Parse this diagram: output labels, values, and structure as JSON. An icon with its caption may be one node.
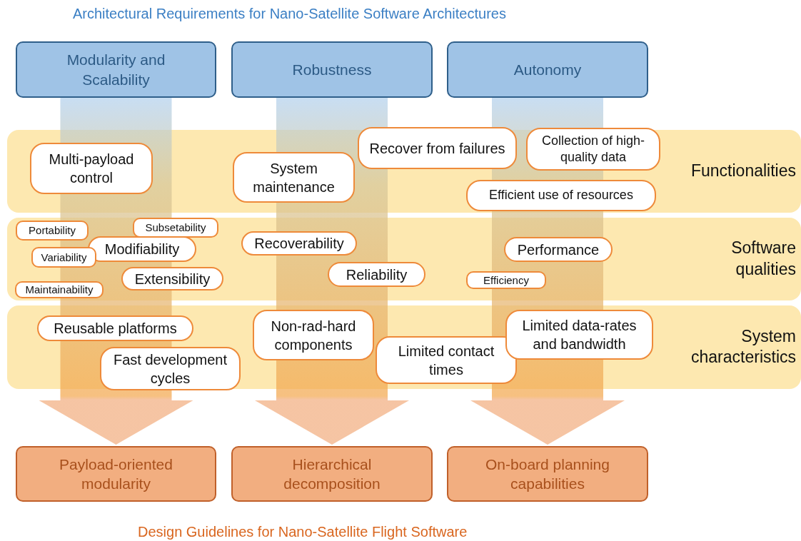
{
  "diagram": {
    "title": "Architectural Requirements for Nano-Satellite Software Architectures",
    "caption": "Design Guidelines for Nano-Satellite Flight Software",
    "nodes": [
      {
        "text": [
          "Modularity and Scalability"
        ]
      },
      {
        "text": [
          "Robustness"
        ]
      },
      {
        "text": [
          "Autonomy"
        ]
      },
      {
        "text": [
          "Functionalities"
        ]
      },
      {
        "text": [
          "Multi-payload control"
        ],
        "in": 3
      },
      {
        "text": [
          "System maintenance"
        ],
        "in": 3
      },
      {
        "text": [
          "Recover from failures"
        ],
        "in": 3
      },
      {
        "text": [
          "Collection of high-quality data"
        ],
        "in": 3
      },
      {
        "text": [
          "Efficient use of resources"
        ],
        "in": 3
      },
      {
        "text": [
          "Software qualities"
        ]
      },
      {
        "text": [
          "Portability"
        ],
        "in": 9
      },
      {
        "text": [
          "Subsetability"
        ],
        "in": 9
      },
      {
        "text": [
          "Modifiability"
        ],
        "in": 9
      },
      {
        "text": [
          "Variability"
        ],
        "in": 9
      },
      {
        "text": [
          "Extensibility"
        ],
        "in": 9
      },
      {
        "text": [
          "Maintainability"
        ],
        "in": 9
      },
      {
        "text": [
          "Recoverability"
        ],
        "in": 9
      },
      {
        "text": [
          "Reliability"
        ],
        "in": 9
      },
      {
        "text": [
          "Performance"
        ],
        "in": 9
      },
      {
        "text": [
          "Efficiency"
        ],
        "in": 9
      },
      {
        "text": [
          "System characteristics"
        ]
      },
      {
        "text": [
          "Reusable platforms"
        ],
        "in": 20
      },
      {
        "text": [
          "Fast development cycles"
        ],
        "in": 20
      },
      {
        "text": [
          "Non-rad-hard components"
        ],
        "in": 20
      },
      {
        "text": [
          "Limited contact times"
        ],
        "in": 20
      },
      {
        "text": [
          "Limited data-rates and bandwidth"
        ],
        "in": 20
      },
      {
        "text": [
          "Payload-oriented modularity"
        ]
      },
      {
        "text": [
          "Hierarchical decomposition"
        ]
      },
      {
        "text": [
          "On-board planning capabilities"
        ]
      }
    ],
    "edges": [
      {
        "from": 0,
        "to": 26,
        "arrow": "to"
      },
      {
        "from": 1,
        "to": 27,
        "arrow": "to"
      },
      {
        "from": 2,
        "to": 28,
        "arrow": "to"
      }
    ]
  }
}
